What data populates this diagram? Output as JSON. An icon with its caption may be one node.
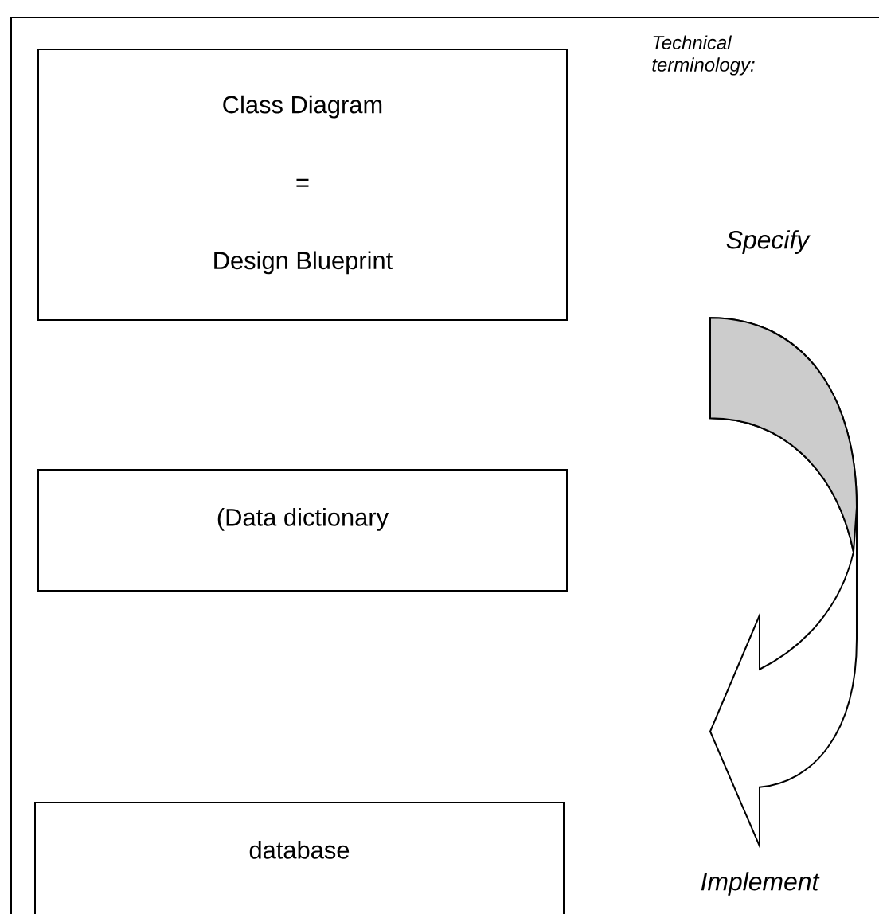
{
  "diagram": {
    "nodes": [
      {
        "text": [
          "Class Diagram",
          "=",
          "Design Blueprint"
        ]
      },
      {
        "text": [
          "(Data dictionary"
        ]
      },
      {
        "text": [
          "database"
        ]
      },
      {
        "text": [
          "Specify"
        ]
      },
      {
        "text": [
          "Implement"
        ]
      }
    ],
    "edges": [
      {
        "from": 3,
        "to": 4,
        "arrow": "to"
      }
    ],
    "labels": [
      "Technical terminology:"
    ]
  }
}
